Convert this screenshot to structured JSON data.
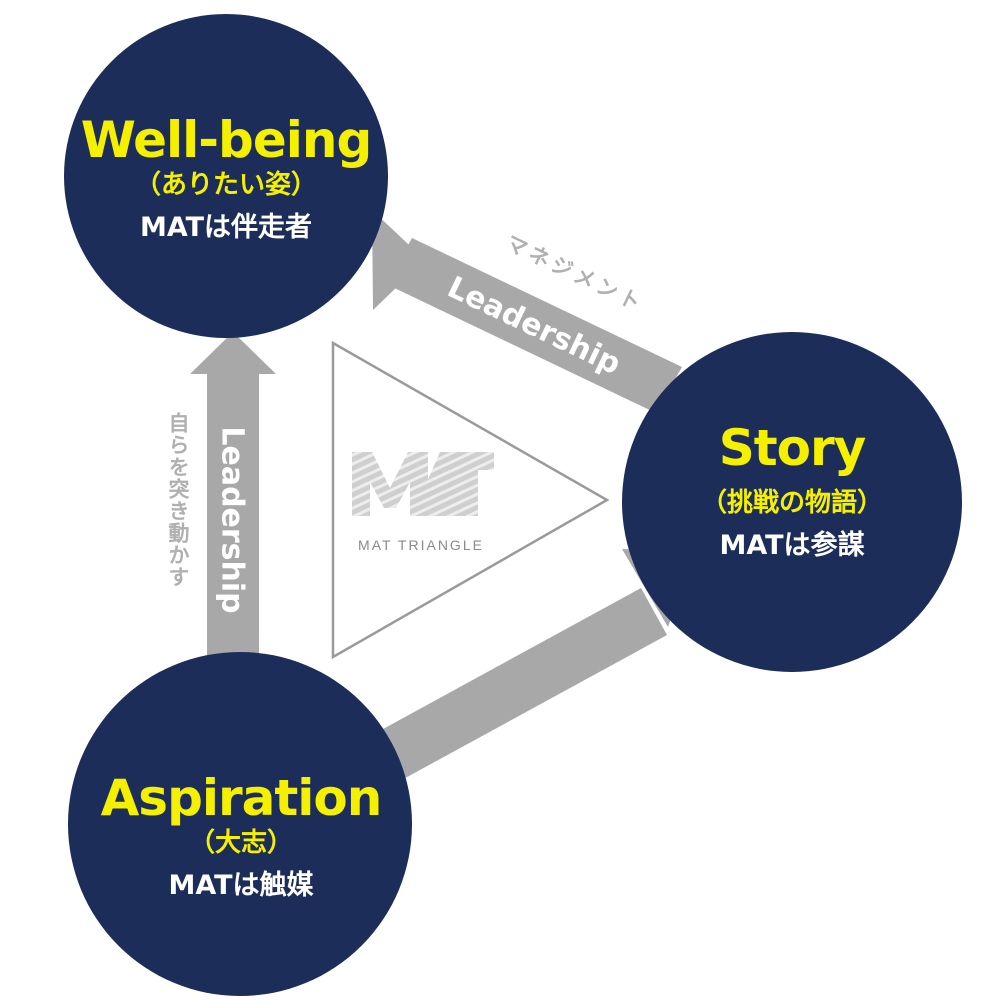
{
  "colors": {
    "circle_fill": "#1c2d5a",
    "title_color": "#f5f000",
    "role_color": "#ffffff",
    "arrow_color": "#a8a8a8",
    "arrow_label_color": "#ffffff",
    "side_label_color": "#b0b0b0",
    "triangle_stroke": "#9a9a9a"
  },
  "nodes": {
    "wellbeing": {
      "title": "Well-being",
      "subtitle": "（ありたい姿）",
      "role": "MATは伴走者"
    },
    "story": {
      "title": "Story",
      "subtitle": "（挑戦の物語）",
      "role": "MATは参謀"
    },
    "aspiration": {
      "title": "Aspiration",
      "subtitle": "（大志）",
      "role": "MATは触媒"
    }
  },
  "arrows": {
    "vertical": {
      "label": "Leadership",
      "side_label": "自らを突き動かす"
    },
    "diagonal_top": {
      "label": "Leadership",
      "side_label": "マネジメント"
    },
    "diagonal_bottom": {
      "label": ""
    }
  },
  "center": {
    "logo_text": "MAT",
    "name": "MAT TRIANGLE",
    "logo_icon": "mat-logo-icon"
  }
}
